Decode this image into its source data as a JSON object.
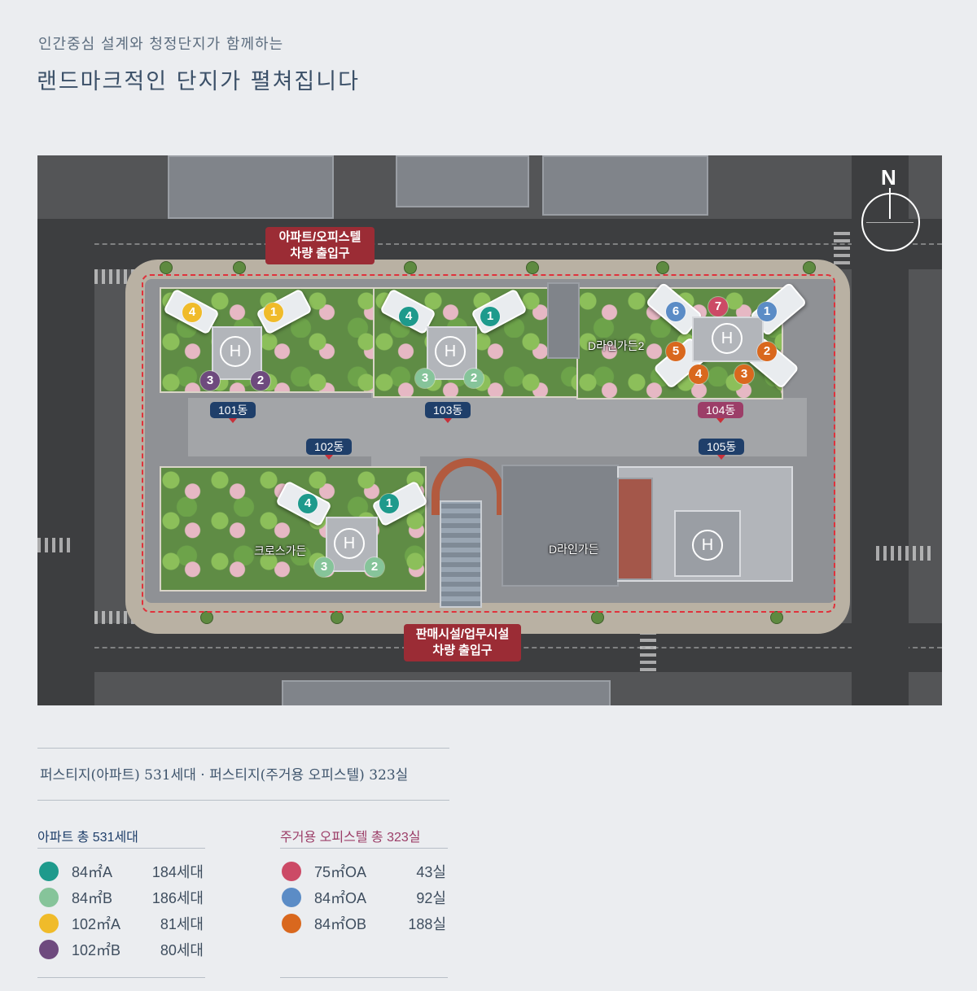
{
  "header": {
    "subtitle": "인간중심 설계와 청정단지가 함께하는",
    "title": "랜드마크적인 단지가 펼쳐집니다"
  },
  "map": {
    "compass_label": "N",
    "entrance_top": "아파트/오피스텔\n차량 출입구",
    "entrance_bottom": "판매시설/업무시설\n차량 출입구",
    "buildings": {
      "b101": "101동",
      "b102": "102동",
      "b103": "103동",
      "b104": "104동",
      "b105": "105동"
    },
    "areas": {
      "d_line_garden_2": "D라인가든2",
      "cross_garden": "크로스가든",
      "d_line_garden": "D라인가든"
    },
    "heli_mark": "H",
    "units": {
      "u1": "1",
      "u2": "2",
      "u3": "3",
      "u4": "4",
      "u5": "5",
      "u6": "6",
      "u7": "7"
    }
  },
  "colors": {
    "apt_84A": "#1e9a8c",
    "apt_84B": "#86c49a",
    "apt_102A": "#f0bb2a",
    "apt_102B": "#6e4a7e",
    "off_75OA": "#cc4a66",
    "off_84OA": "#5b8cc6",
    "off_84OB": "#d9681e",
    "apt_heading": "#1f3f6a",
    "off_heading": "#9c3e68"
  },
  "summary": "퍼스티지(아파트) 531세대 · 퍼스티지(주거용 오피스텔) 323실",
  "legend": {
    "apartment": {
      "heading": "아파트 총 531세대",
      "items": [
        {
          "type": "84㎡A",
          "count": "184세대"
        },
        {
          "type": "84㎡B",
          "count": "186세대"
        },
        {
          "type": "102㎡A",
          "count": "81세대"
        },
        {
          "type": "102㎡B",
          "count": "80세대"
        }
      ]
    },
    "officetel": {
      "heading": "주거용 오피스텔 총 323실",
      "items": [
        {
          "type": "75㎡OA",
          "count": "43실"
        },
        {
          "type": "84㎡OA",
          "count": "92실"
        },
        {
          "type": "84㎡OB",
          "count": "188실"
        }
      ]
    }
  }
}
